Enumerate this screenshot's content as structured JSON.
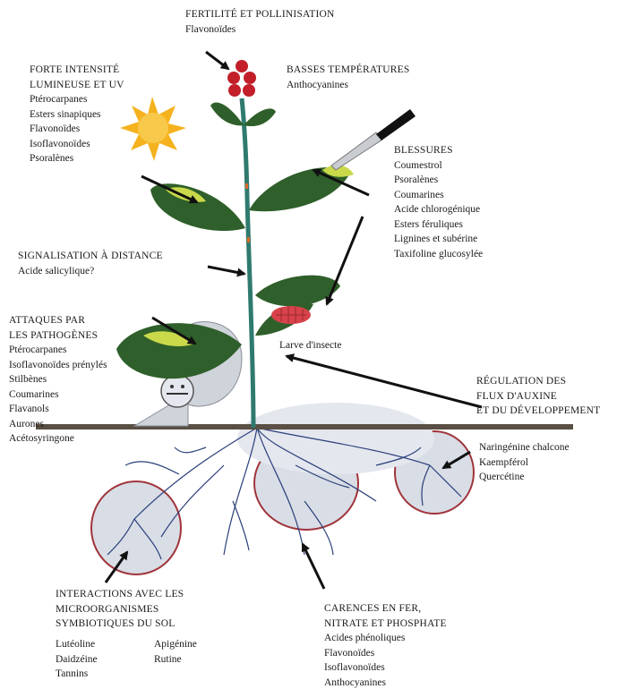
{
  "labels": {
    "fertilite": {
      "heading": [
        "FERTILITÉ ET POLLINISATION"
      ],
      "items": [
        "Flavonoïdes"
      ]
    },
    "basses_temp": {
      "heading": [
        "BASSES TEMPÉRATURES"
      ],
      "items": [
        "Anthocyanines"
      ]
    },
    "forte_intensite": {
      "heading": [
        "FORTE INTENSITÉ",
        "LUMINEUSE ET UV"
      ],
      "items": [
        "Ptérocarpanes",
        "Esters sinapiques",
        "Flavonoïdes",
        "Isoflavonoïdes",
        "Psoralènes"
      ]
    },
    "blessures": {
      "heading": [
        "BLESSURES"
      ],
      "items": [
        "Coumestrol",
        "Psoralènes",
        "Coumarines",
        "Acide chlorogénique",
        "Esters féruliques",
        "Lignines et subérine",
        "Taxifoline glucosylée"
      ]
    },
    "signalisation": {
      "heading": [
        "SIGNALISATION À DISTANCE"
      ],
      "items": [
        "Acide salicylique?"
      ]
    },
    "attaques": {
      "heading": [
        "ATTAQUES PAR",
        "LES PATHOGÈNES"
      ],
      "items": [
        "Ptérocarpanes",
        "Isoflavonoïdes prénylés",
        "Stilbènes",
        "Coumarines",
        "Flavanols",
        "Aurones",
        "Acétosyringone"
      ]
    },
    "larve": {
      "heading": [],
      "items": [
        "Larve d'insecte"
      ]
    },
    "regulation": {
      "heading": [
        "RÉGULATION DES",
        "FLUX D'AUXINE",
        "ET DU DÉVELOPPEMENT"
      ],
      "items": []
    },
    "naringenine": {
      "heading": [],
      "items": [
        "Naringénine chalcone",
        "Kaempférol",
        "Quercétine"
      ]
    },
    "interactions": {
      "heading": [
        "INTERACTIONS AVEC LES",
        "MICROORGANISMES",
        "SYMBIOTIQUES DU SOL"
      ],
      "items": []
    },
    "interactions_col1": {
      "heading": [],
      "items": [
        "Lutéoline",
        "Daidzéine",
        "Tannins"
      ]
    },
    "interactions_col2": {
      "heading": [],
      "items": [
        "Apigénine",
        "Rutine"
      ]
    },
    "carences": {
      "heading": [
        "CARENCES EN FER,",
        "NITRATE ET PHOSPHATE"
      ],
      "items": [
        "Acides phénoliques",
        "Flavonoïdes",
        "Isoflavonoïdes",
        "Anthocyanines"
      ]
    }
  },
  "colors": {
    "stem": "#2f7a6e",
    "leaf": "#2f5f2a",
    "leaf_damage": "#c9d94a",
    "berry": "#c21f2a",
    "sun": "#f5b21e",
    "soil": "#5a4f44",
    "root": "#2a3f7a",
    "rhizosphere": "#d9dde6",
    "rhizosphere_edge": "#a0343a",
    "pathogen": "#cfd3da",
    "insect": "#d8424a",
    "arrow": "#111111"
  },
  "icons": [
    "sun-icon",
    "knife-icon",
    "berry-cluster-icon",
    "insect-larva-icon",
    "pathogen-icon"
  ]
}
